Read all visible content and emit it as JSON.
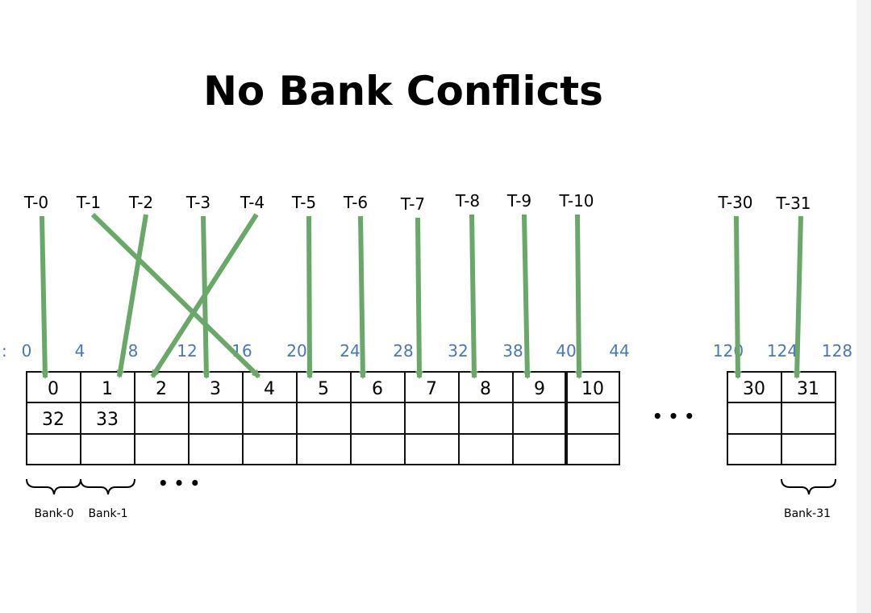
{
  "title": "No Bank Conflicts",
  "colors": {
    "arrow": "#6aa86a",
    "address_label": "#4a76b9",
    "grid": "#111111",
    "text": "#000000"
  },
  "address_row_cutoff_label": ":",
  "threads": [
    "T-0",
    "T-1",
    "T-2",
    "T-3",
    "T-4",
    "T-5",
    "T-6",
    "T-7",
    "T-8",
    "T-9",
    "T-10",
    "T-30",
    "T-31"
  ],
  "addresses_left": [
    "0",
    "4",
    "8",
    "12",
    "16",
    "20",
    "24",
    "28",
    "32",
    "38",
    "40",
    "44"
  ],
  "addresses_right": [
    "120",
    "124",
    "128"
  ],
  "left_block": {
    "row1": [
      "0",
      "1",
      "2",
      "3",
      "4",
      "5",
      "6",
      "7",
      "8",
      "9",
      "10"
    ],
    "row2": [
      "32",
      "33",
      "",
      "",
      "",
      "",
      "",
      "",
      "",
      "",
      ""
    ],
    "row3": [
      "",
      "",
      "",
      "",
      "",
      "",
      "",
      "",
      "",
      "",
      ""
    ]
  },
  "right_block": {
    "row1": [
      "30",
      "31"
    ],
    "row2": [
      "",
      ""
    ],
    "row3": [
      "",
      ""
    ]
  },
  "ellipsis_middle": "• • •",
  "ellipsis_bottom": "• • •",
  "banks": [
    "Bank-0",
    "Bank-1",
    "Bank-31"
  ],
  "mapping": [
    {
      "thread": "T-0",
      "bank": 0
    },
    {
      "thread": "T-1",
      "bank": 4
    },
    {
      "thread": "T-2",
      "bank": 1
    },
    {
      "thread": "T-3",
      "bank": 3
    },
    {
      "thread": "T-4",
      "bank": 2
    },
    {
      "thread": "T-5",
      "bank": 5
    },
    {
      "thread": "T-6",
      "bank": 6
    },
    {
      "thread": "T-7",
      "bank": 7
    },
    {
      "thread": "T-8",
      "bank": 8
    },
    {
      "thread": "T-9",
      "bank": 9
    },
    {
      "thread": "T-10",
      "bank": 10
    },
    {
      "thread": "T-30",
      "bank": 30
    },
    {
      "thread": "T-31",
      "bank": 31
    }
  ]
}
